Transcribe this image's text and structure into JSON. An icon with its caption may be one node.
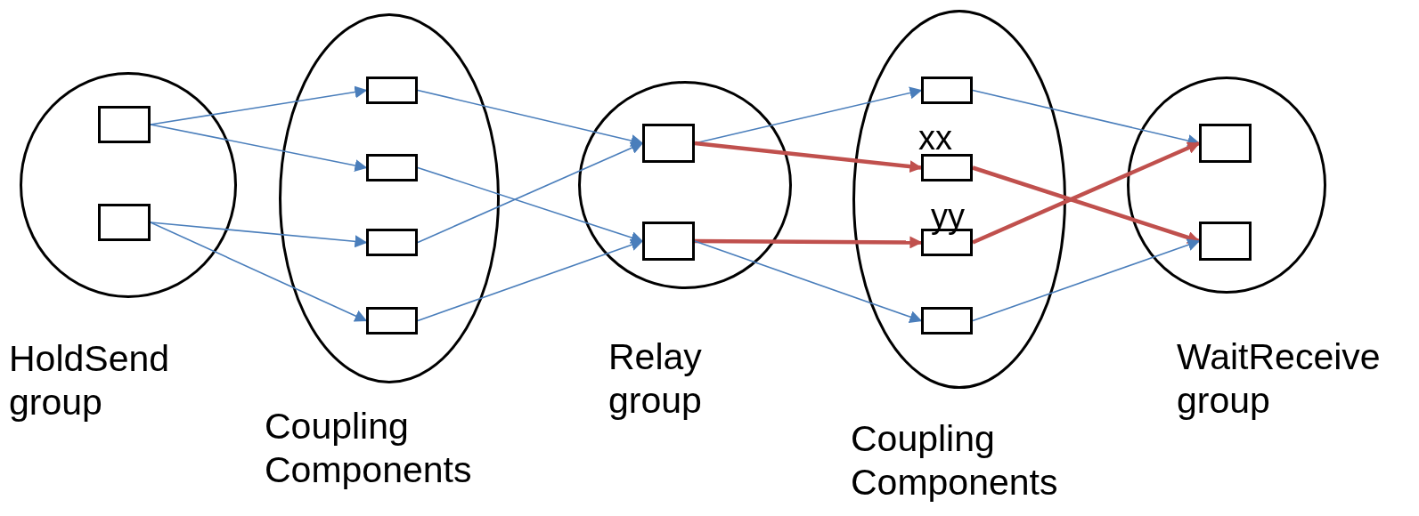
{
  "diagram": {
    "nodes": [
      {
        "text": [
          "HoldSend group"
        ]
      },
      {
        "text": [],
        "shape": "box",
        "in": 0
      },
      {
        "text": [],
        "shape": "box",
        "in": 0
      },
      {
        "text": [
          "Coupling Components"
        ]
      },
      {
        "text": [],
        "shape": "box",
        "in": 3
      },
      {
        "text": [],
        "shape": "box",
        "in": 3
      },
      {
        "text": [],
        "shape": "box",
        "in": 3
      },
      {
        "text": [],
        "shape": "box",
        "in": 3
      },
      {
        "text": [
          "Relay group"
        ]
      },
      {
        "text": [],
        "shape": "box",
        "in": 8
      },
      {
        "text": [],
        "shape": "box",
        "in": 8
      },
      {
        "text": [
          "Coupling Components"
        ]
      },
      {
        "text": [],
        "shape": "box",
        "in": 11
      },
      {
        "text": [],
        "shape": "box",
        "in": 11,
        "beside": [
          "xx"
        ]
      },
      {
        "text": [],
        "shape": "box",
        "in": 11,
        "beside": [
          "yy"
        ]
      },
      {
        "text": [],
        "shape": "box",
        "in": 11
      },
      {
        "text": [
          "WaitReceive group"
        ]
      },
      {
        "text": [],
        "shape": "box",
        "in": 16
      },
      {
        "text": [],
        "shape": "box",
        "in": 16
      }
    ],
    "edges": [
      {
        "from": 1,
        "to": 4,
        "arrow": "to"
      },
      {
        "from": 1,
        "to": 5,
        "arrow": "to"
      },
      {
        "from": 2,
        "to": 6,
        "arrow": "to"
      },
      {
        "from": 2,
        "to": 7,
        "arrow": "to"
      },
      {
        "from": 4,
        "to": 9,
        "arrow": "to"
      },
      {
        "from": 5,
        "to": 10,
        "arrow": "to"
      },
      {
        "from": 6,
        "to": 9,
        "arrow": "to"
      },
      {
        "from": 7,
        "to": 10,
        "arrow": "to"
      },
      {
        "from": 9,
        "to": 12,
        "arrow": "to"
      },
      {
        "from": 9,
        "to": 13,
        "arrow": "to",
        "style": "thick",
        "color": "#c0504d"
      },
      {
        "from": 10,
        "to": 14,
        "arrow": "to",
        "style": "thick",
        "color": "#c0504d"
      },
      {
        "from": 10,
        "to": 15,
        "arrow": "to"
      },
      {
        "from": 12,
        "to": 17,
        "arrow": "to"
      },
      {
        "from": 13,
        "to": 18,
        "arrow": "to",
        "style": "thick",
        "color": "#c0504d"
      },
      {
        "from": 14,
        "to": 17,
        "arrow": "to",
        "style": "thick",
        "color": "#c0504d"
      },
      {
        "from": 15,
        "to": 18,
        "arrow": "to"
      }
    ]
  }
}
